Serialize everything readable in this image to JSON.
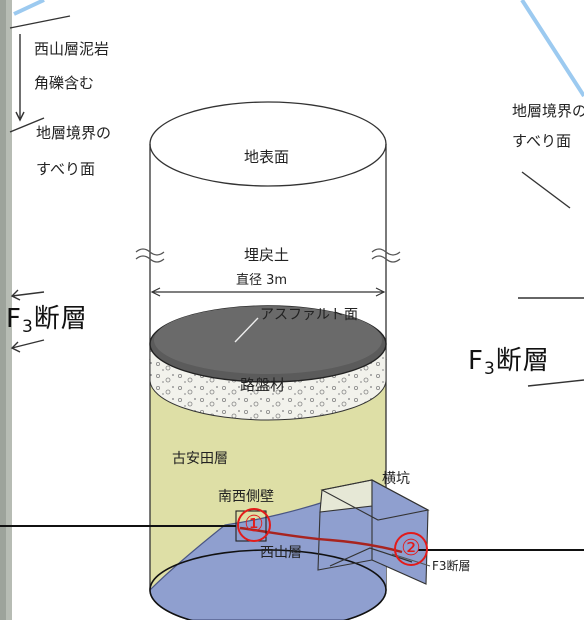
{
  "labels": {
    "left_top_1": "西山層泥岩",
    "left_top_2": "角礫含む",
    "left_boundary_1": "地層境界の",
    "left_boundary_2": "すべり面",
    "left_fault": "F",
    "left_fault_sub": "3",
    "left_fault_end": "断層",
    "right_boundary_1": "地層境界の",
    "right_boundary_2": "すべり面",
    "right_fault": "F",
    "right_fault_sub": "3",
    "right_fault_end": "断層",
    "ground_surface": "地表面",
    "backfill": "埋戻土",
    "diameter": "直径 3m",
    "asphalt": "アスファルト面",
    "roadbed": "路盤材",
    "furuyasuda": "古安田層",
    "sw_wall": "南西側壁",
    "nishiyama": "西山層",
    "tunnel": "横坑",
    "f3_fault": "F3断層",
    "marker_1": "①",
    "marker_2": "②"
  },
  "colors": {
    "furuyasuda_layer": "#dedfa6",
    "nishiyama_layer": "#8f9fcf",
    "asphalt": "#5b5b5b",
    "fault_line": "#a8241f",
    "marker": "#e21b1b",
    "sky_line": "#9ccaf0"
  }
}
